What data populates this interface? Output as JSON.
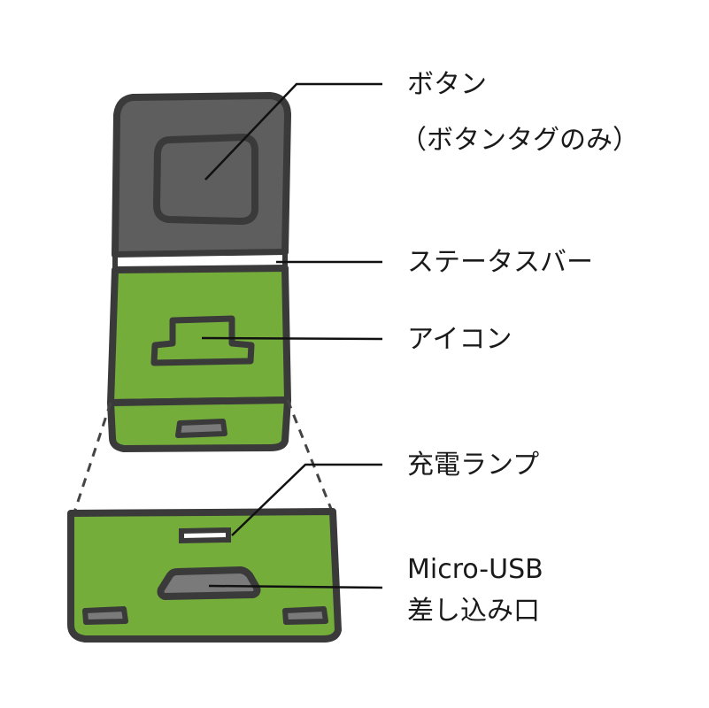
{
  "labels": {
    "button": "ボタン",
    "button_note": "（ボタンタグのみ）",
    "status_bar": "ステータスバー",
    "icon": "アイコン",
    "charge_lamp": "充電ランプ",
    "micro_usb_line1": "Micro-USB",
    "micro_usb_line2": "差し込み口"
  },
  "colors": {
    "outline": "#3a3a3a",
    "top_cap": "#5e5e5e",
    "body_green": "#74ad3a",
    "port_gray": "#7a7a7a",
    "status_bar": "#ffffff"
  }
}
